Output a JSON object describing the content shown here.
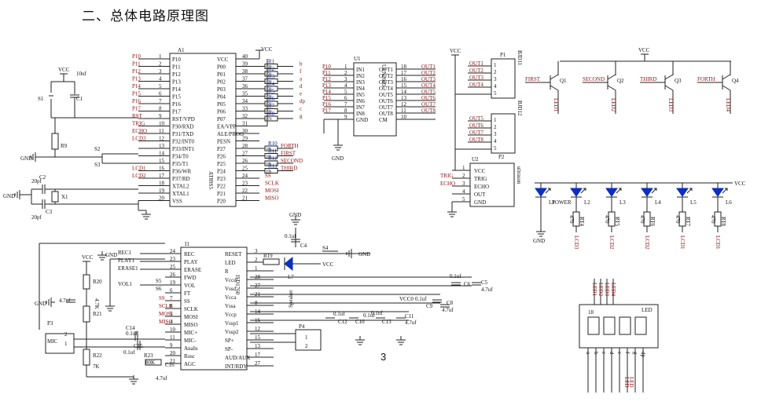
{
  "heading": "二、总体电路原理图",
  "page_number": "3",
  "mcu": {
    "ref": "A1",
    "part": "AT89S5",
    "left_pins": [
      {
        "num": "1",
        "name": "P10",
        "net": "P10"
      },
      {
        "num": "2",
        "name": "P11",
        "net": "P11"
      },
      {
        "num": "3",
        "name": "P12",
        "net": "P12"
      },
      {
        "num": "4",
        "name": "P13",
        "net": "P13"
      },
      {
        "num": "5",
        "name": "P14",
        "net": "P14"
      },
      {
        "num": "6",
        "name": "P15",
        "net": "P15"
      },
      {
        "num": "7",
        "name": "P16",
        "net": "P16"
      },
      {
        "num": "8",
        "name": "P17",
        "net": "P17"
      },
      {
        "num": "9",
        "name": "RST/VPD",
        "net": "RST"
      },
      {
        "num": "10",
        "name": "P30/RXD",
        "net": "TRIG"
      },
      {
        "num": "11",
        "name": "P31/TXD",
        "net": "ECHO"
      },
      {
        "num": "12",
        "name": "P32/INT0",
        "net": "LCD3"
      },
      {
        "num": "13",
        "name": "P33/INT1",
        "net": ""
      },
      {
        "num": "14",
        "name": "P34/T0",
        "net": ""
      },
      {
        "num": "15",
        "name": "P35/T1",
        "net": ""
      },
      {
        "num": "16",
        "name": "P36/WR",
        "net": "LCD1"
      },
      {
        "num": "17",
        "name": "P37/RD",
        "net": "LCD2"
      },
      {
        "num": "18",
        "name": "XTAL2",
        "net": ""
      },
      {
        "num": "19",
        "name": "XTAL1",
        "net": ""
      },
      {
        "num": "20",
        "name": "VSS",
        "net": ""
      }
    ],
    "right_pins": [
      {
        "num": "40",
        "name": "VCC",
        "net": "",
        "res": ""
      },
      {
        "num": "39",
        "name": "P00",
        "net": "b",
        "res": "R1"
      },
      {
        "num": "38",
        "name": "P01",
        "net": "f",
        "res": "R2"
      },
      {
        "num": "37",
        "name": "P02",
        "net": "a",
        "res": "R3"
      },
      {
        "num": "36",
        "name": "P03",
        "net": "d",
        "res": "R4"
      },
      {
        "num": "35",
        "name": "P04",
        "net": "e",
        "res": "R5"
      },
      {
        "num": "34",
        "name": "P05",
        "net": "dp",
        "res": "R6"
      },
      {
        "num": "33",
        "name": "P06",
        "net": "c",
        "res": "R7"
      },
      {
        "num": "32",
        "name": "P07",
        "net": "g",
        "res": "R8"
      },
      {
        "num": "31",
        "name": "EA/VPP",
        "net": "",
        "res": ""
      },
      {
        "num": "30",
        "name": "ALE/PROG",
        "net": "",
        "res": ""
      },
      {
        "num": "29",
        "name": "PESN",
        "net": "",
        "res": ""
      },
      {
        "num": "28",
        "name": "P27",
        "net": "FORTH",
        "res": "R10"
      },
      {
        "num": "27",
        "name": "P26",
        "net": "FIRST",
        "res": "R11"
      },
      {
        "num": "26",
        "name": "P25",
        "net": "SECOND",
        "res": "R12"
      },
      {
        "num": "25",
        "name": "P24",
        "net": "THIRD",
        "res": "R13"
      },
      {
        "num": "24",
        "name": "P23",
        "net": "SS",
        "res": ""
      },
      {
        "num": "23",
        "name": "P22",
        "net": "SCLK",
        "res": ""
      },
      {
        "num": "22",
        "name": "P21",
        "net": "MOSI",
        "res": ""
      },
      {
        "num": "21",
        "name": "P20",
        "net": "MISO",
        "res": ""
      }
    ],
    "res_value": "470",
    "res_value_b": "10k"
  },
  "left_parts": {
    "vcc": "VCC",
    "s1": "S1",
    "c1": "C1",
    "c1_val": "10uf",
    "r9": "R9",
    "s2": "S2",
    "s3": "S3",
    "gnd": "GND",
    "c2": "C2",
    "c3": "C3",
    "c2_val": "20pf",
    "c3_val": "20pf",
    "x1": "X1"
  },
  "driver": {
    "ref": "U1",
    "part": "ULN2003",
    "inputs": [
      {
        "num": "1",
        "name": "IN1",
        "net": "P10"
      },
      {
        "num": "2",
        "name": "IN2",
        "net": "P11"
      },
      {
        "num": "3",
        "name": "IN3",
        "net": "P12"
      },
      {
        "num": "4",
        "name": "IN4",
        "net": "P13"
      },
      {
        "num": "5",
        "name": "IN5",
        "net": "P14"
      },
      {
        "num": "6",
        "name": "IN6",
        "net": "P15"
      },
      {
        "num": "7",
        "name": "IN7",
        "net": "P16"
      },
      {
        "num": "8",
        "name": "IN8",
        "net": "P17"
      },
      {
        "num": "9",
        "name": "GND",
        "net": ""
      }
    ],
    "outputs": [
      {
        "num": "18",
        "name": "OUT1",
        "net": "OUT1"
      },
      {
        "num": "17",
        "name": "OUT2",
        "net": "OUT2"
      },
      {
        "num": "16",
        "name": "OUT3",
        "net": "OUT3"
      },
      {
        "num": "15",
        "name": "OUT4",
        "net": "OUT4"
      },
      {
        "num": "14",
        "name": "OUT5",
        "net": "OUT5"
      },
      {
        "num": "13",
        "name": "OUT6",
        "net": "OUT6"
      },
      {
        "num": "12",
        "name": "OUT7",
        "net": "OUT7"
      },
      {
        "num": "11",
        "name": "OUT8",
        "net": "OUT8"
      },
      {
        "num": "10",
        "name": "CM",
        "net": ""
      }
    ],
    "gnd": "GND"
  },
  "connectors": {
    "vcc": "VCC",
    "p1_ref": "P1",
    "p1_part": "BJD11",
    "p1_nets": [
      "OUT1",
      "OUT2",
      "OUT3",
      "OUT4"
    ],
    "p2_ref": "P2",
    "p2_part": "BJD12",
    "p2_nets": [
      "OUT5",
      "OUT6",
      "OUT7",
      "OUT8"
    ],
    "pin_nums": [
      "1",
      "2",
      "3",
      "4",
      "5"
    ]
  },
  "ultrasonic": {
    "ref": "U2",
    "part": "ultrason",
    "pins": [
      {
        "num": "1",
        "name": "VCC",
        "net": ""
      },
      {
        "num": "2",
        "name": "TRIG",
        "net": "TRIG"
      },
      {
        "num": "3",
        "name": "ECHO",
        "net": "ECHO"
      },
      {
        "num": "4",
        "name": "OUT",
        "net": ""
      },
      {
        "num": "5",
        "name": "GND",
        "net": ""
      }
    ]
  },
  "transistors": {
    "vcc": "VCC",
    "items": [
      {
        "ref": "Q1",
        "base_net": "FIRST",
        "collector": "LED1"
      },
      {
        "ref": "Q2",
        "base_net": "SECOND",
        "collector": "LED2"
      },
      {
        "ref": "Q3",
        "base_net": "THIRD",
        "collector": "LED3"
      },
      {
        "ref": "Q4",
        "base_net": "FORTH",
        "collector": "LED4"
      }
    ]
  },
  "leds": {
    "vcc": "VCC",
    "gnd": "GND",
    "items": [
      {
        "ref": "L1",
        "label": "POWER",
        "res": "",
        "res_val": "",
        "net": ""
      },
      {
        "ref": "L2",
        "label": "",
        "res": "RT4",
        "res_val": "470",
        "net": "LCD3"
      },
      {
        "ref": "L3",
        "label": "",
        "res": "RT5",
        "res_val": "470",
        "net": "LCD2"
      },
      {
        "ref": "L4",
        "label": "",
        "res": "RT6",
        "res_val": "470",
        "net": "LCD2"
      },
      {
        "ref": "L5",
        "label": "",
        "res": "RT7",
        "res_val": "470",
        "net": "LCD1"
      },
      {
        "ref": "L6",
        "label": "",
        "res": "RT8",
        "res_val": "470",
        "net": "LCD1"
      }
    ]
  },
  "voice": {
    "ref": "I1",
    "part": "ISD1760",
    "left_pins": [
      {
        "num": "24",
        "name": "REC",
        "net": "REC1"
      },
      {
        "num": "23",
        "name": "PLAY",
        "net": "PLAY1"
      },
      {
        "num": "25",
        "name": "ERASE",
        "net": "ERASE1"
      },
      {
        "num": "26",
        "name": "FWD",
        "net": ""
      },
      {
        "num": "19",
        "name": "VOL",
        "net": "VOL1"
      },
      {
        "num": "6",
        "name": "FT",
        "net": ""
      },
      {
        "num": "7",
        "name": "SS",
        "net": "SS"
      },
      {
        "num": "8",
        "name": "SCLK",
        "net": "SCLK"
      },
      {
        "num": "5",
        "name": "MOSI",
        "net": "MOSI"
      },
      {
        "num": "4",
        "name": "MISO",
        "net": "MISO"
      },
      {
        "num": "10",
        "name": "MIC+",
        "net": ""
      },
      {
        "num": "11",
        "name": "MIC-",
        "net": ""
      },
      {
        "num": "9",
        "name": "AnaIn",
        "net": ""
      },
      {
        "num": "20",
        "name": "Rosc",
        "net": ""
      },
      {
        "num": "21",
        "name": "AGC",
        "net": ""
      }
    ],
    "right_pins": [
      {
        "num": "3",
        "name": "RESET"
      },
      {
        "num": "2",
        "name": "LED"
      },
      {
        "num": "1",
        "name": "R"
      },
      {
        "num": "28",
        "name": "Vccd"
      },
      {
        "num": "27",
        "name": "Vssd"
      },
      {
        "num": "21",
        "name": "Vcca"
      },
      {
        "num": "8",
        "name": "Vssa"
      },
      {
        "num": "14",
        "name": "Vccp"
      },
      {
        "num": "16",
        "name": "Vssp1"
      },
      {
        "num": "12",
        "name": "Vssp2"
      },
      {
        "num": "15",
        "name": "SP+"
      },
      {
        "num": "13",
        "name": "SP-"
      },
      {
        "num": "17",
        "name": "AUD/AUX"
      },
      {
        "num": "27",
        "name": "INT/RDY"
      }
    ]
  },
  "voice_parts": {
    "gnd": "GND",
    "vcc": "VCC",
    "vcc0": "VCC0",
    "c4": "C4",
    "c4_val": "0.1uf",
    "r19": "R19",
    "s4": "S4",
    "l7": "L7",
    "c5": "C5",
    "c5_val": "4.7uf",
    "c6": "C6",
    "c6_val": "0.1uf",
    "c8": "C8",
    "c8_val": "4.7uf",
    "c9": "C9",
    "c9_val": "0.1uf",
    "c10": "C10",
    "c10_val": "0.1uf",
    "c11": "C11",
    "c11_val": "4.7uf",
    "c12": "C12",
    "c12_val": "0.1uf",
    "c13": "C13",
    "c13_val": "0.1uf",
    "c14": "C14",
    "c14_val": "0.1uf",
    "c15": "C15",
    "c15_val": "0.1uf",
    "c16": "C16",
    "c16_val": "4.7uf",
    "c7_val": "4.7uf",
    "r20": "R20",
    "r21": "R21",
    "r21_val": "4.7K",
    "r22": "R22",
    "r22_val": "7K",
    "r23": "R23",
    "r23_val": "80K",
    "p3": "P3",
    "mic": "MIC",
    "p4": "P4",
    "speaker": "Speaker",
    "s5": "S5",
    "s6": "S6",
    "keys": [
      "REC1",
      "PLAY1",
      "ERASE1",
      "VOL1"
    ]
  },
  "display": {
    "ref": "LED",
    "pin_18": "18",
    "top_labels": [
      "LED1",
      "LED2",
      "LED3",
      "LED4"
    ],
    "bottom_labels": [
      "a",
      "b",
      "c",
      "d",
      "e",
      "f",
      "g",
      "dp"
    ],
    "bottom_nets": [
      "LED",
      "LED"
    ]
  }
}
